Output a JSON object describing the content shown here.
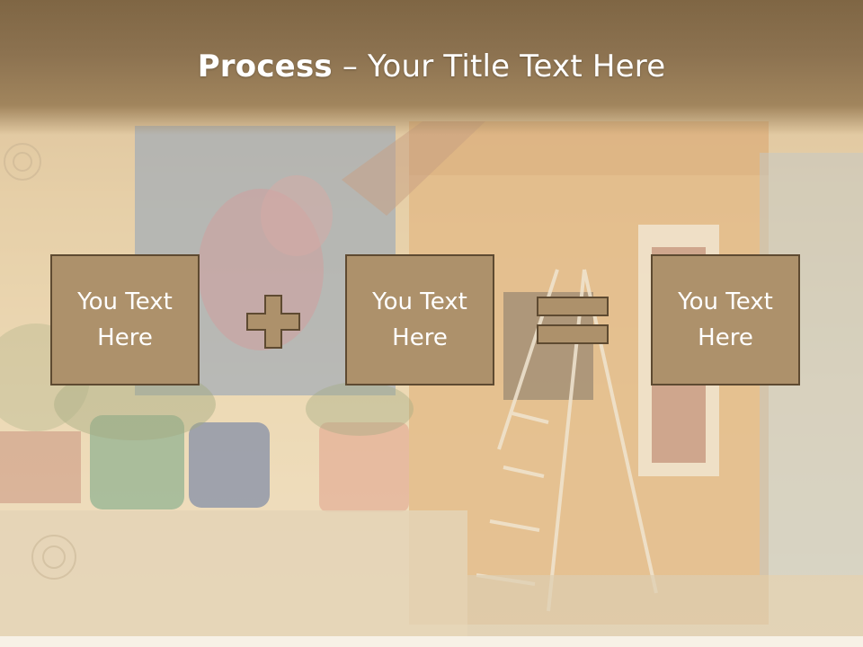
{
  "slide": {
    "title_bold": "Process",
    "title_rest": " – Your Title Text Here"
  },
  "process": {
    "steps": [
      {
        "label": "You Text Here"
      },
      {
        "label": "You Text Here"
      },
      {
        "label": "You Text Here"
      }
    ],
    "operators": [
      "plus-icon",
      "equals-icon"
    ]
  },
  "colors": {
    "title_band": "#8c7250",
    "box_fill": "#ad916b",
    "box_border": "#5e4a31",
    "text": "#ffffff"
  }
}
